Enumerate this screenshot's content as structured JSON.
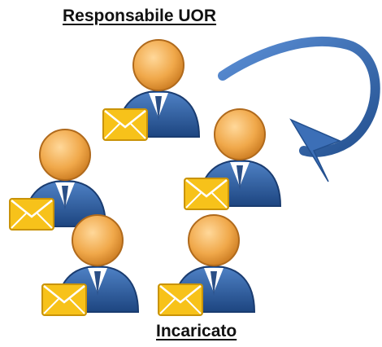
{
  "labels": {
    "top": "Responsabile UOR",
    "bottom": "Incaricato"
  },
  "figures": [
    {
      "id": "user-top",
      "role": "responsabile",
      "icons": [
        "person-icon",
        "envelope-icon"
      ]
    },
    {
      "id": "user-mid-left",
      "role": "member",
      "icons": [
        "person-icon",
        "envelope-icon"
      ]
    },
    {
      "id": "user-bottom-left",
      "role": "member",
      "icons": [
        "person-icon",
        "envelope-icon"
      ]
    },
    {
      "id": "user-mid-right",
      "role": "member",
      "icons": [
        "person-icon",
        "envelope-icon"
      ]
    },
    {
      "id": "user-bottom-right",
      "role": "member",
      "icons": [
        "person-icon",
        "envelope-icon"
      ]
    }
  ],
  "arrow": {
    "icon": "curved-arrow-icon",
    "color": "#3c6fb7"
  },
  "colors": {
    "skin": "#f0a84a",
    "suit": "#2f5fa0",
    "shirt": "#ffffff",
    "envelope": "#f7c21a"
  }
}
